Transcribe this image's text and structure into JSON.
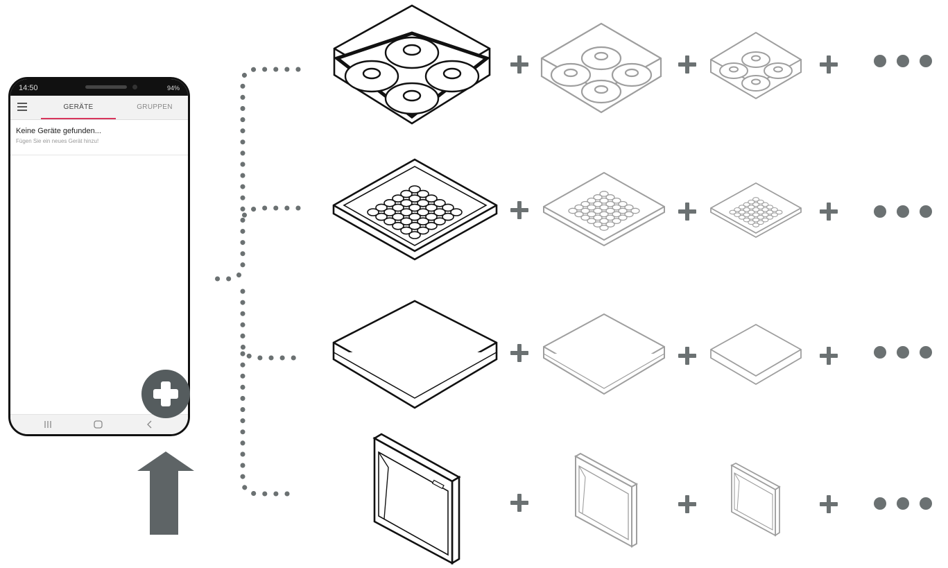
{
  "phone": {
    "status_time": "14:50",
    "status_right": "94%",
    "tabs": [
      "GERÄTE",
      "GRUPPEN"
    ],
    "active_tab": "GERÄTE",
    "empty_title": "Keine Geräte gefunden...",
    "empty_subtitle": "Fügen Sie ein neues Gerät hinzu!",
    "fab_icon": "plus-icon"
  },
  "diagram": {
    "rows": [
      "quad-spot-ceiling-light",
      "led-matrix-panel-light",
      "flat-square-panel-light",
      "wall-mounted-light"
    ],
    "sizes_per_row": 3,
    "connector_symbol": "+",
    "continuation_symbol": "•••",
    "arrow_icon": "arrow-up-icon",
    "colors": {
      "accent_tab": "#d8355c",
      "gray": "#6b7172",
      "dark": "#111111",
      "light_stroke": "#9e9e9e"
    }
  }
}
